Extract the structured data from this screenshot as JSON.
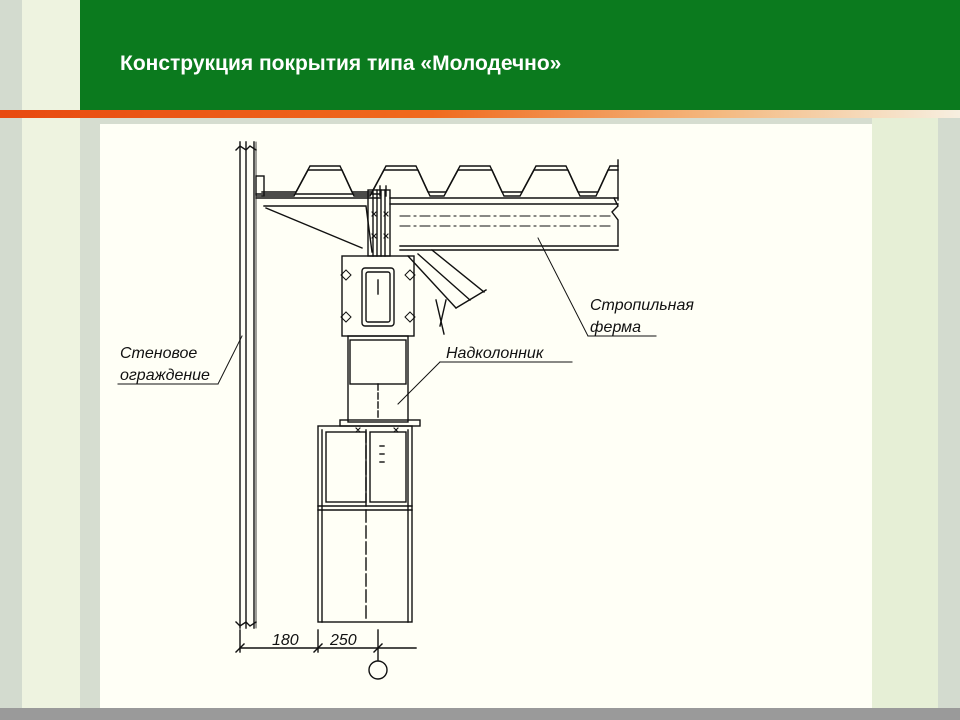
{
  "slide": {
    "title": "Конструкция покрытия типа «Молодечно»"
  },
  "drawing": {
    "labels": {
      "wall_line1": "Стеновое",
      "wall_line2": "ограждение",
      "truss_line1": "Стропильная",
      "truss_line2": "ферма",
      "column_head": "Надколонник"
    },
    "dimensions": {
      "left": "180",
      "right": "250"
    }
  },
  "colors": {
    "header_green": "#0b7a1e",
    "accent_orange": "#e84a10",
    "content_bg": "#fffff6",
    "ink": "#111111"
  }
}
